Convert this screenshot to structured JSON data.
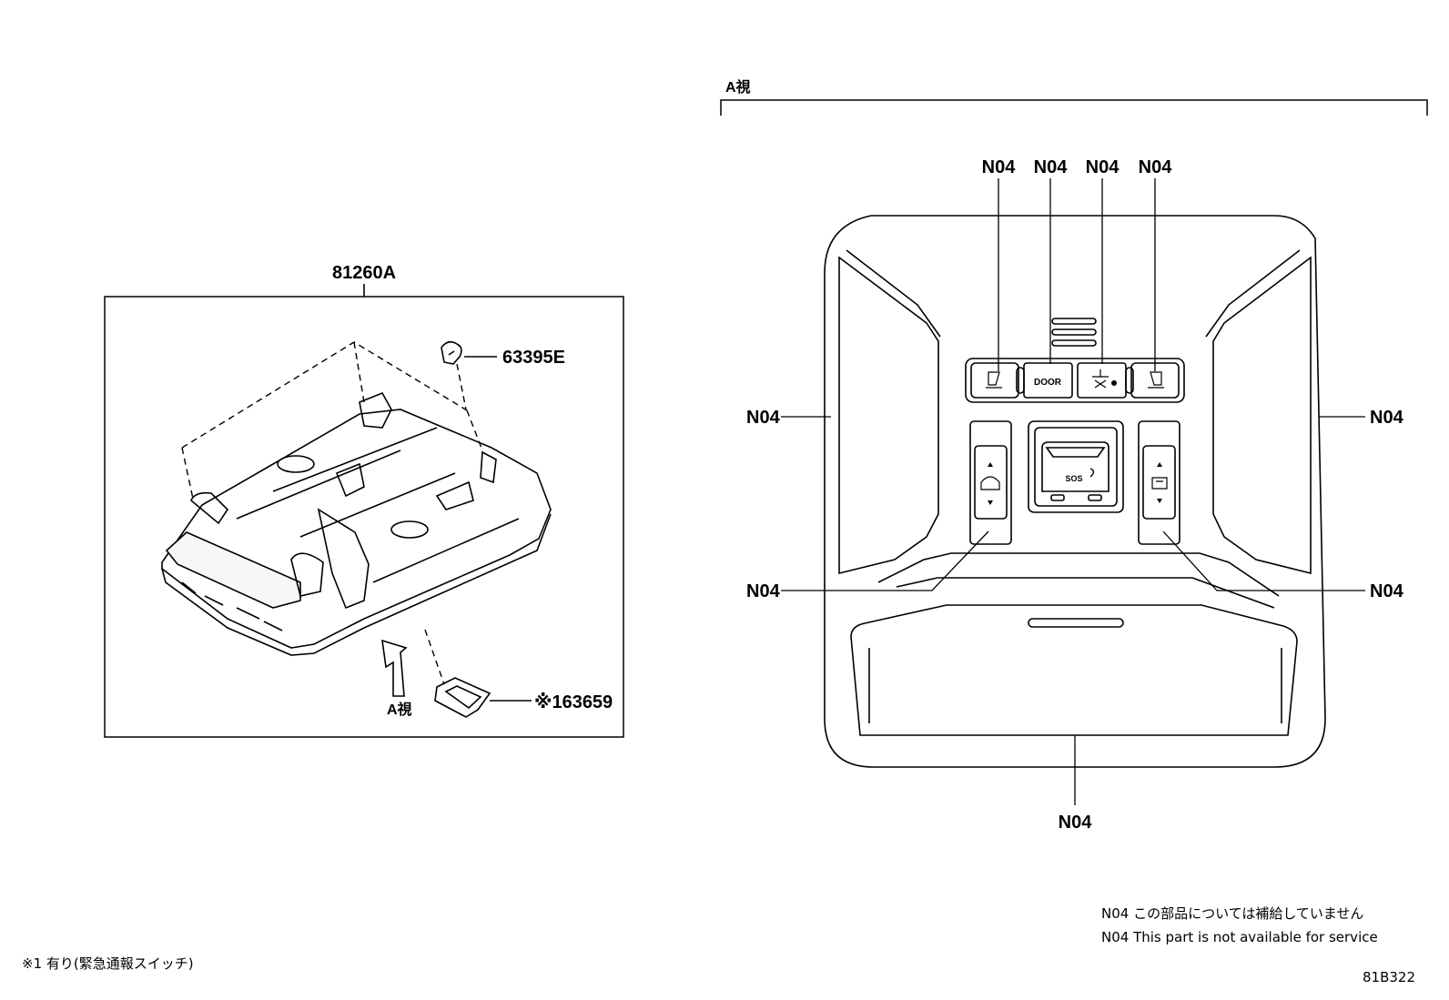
{
  "left_figure": {
    "assembly_part": "81260A",
    "parts": [
      "63395E",
      "※163659"
    ],
    "view_label": "A視"
  },
  "right_figure": {
    "view_label": "A視",
    "callout": "N04",
    "switch_labels": {
      "door": "DOOR",
      "sos": "SOS"
    }
  },
  "notes": {
    "ja": "N04 この部品については補給していません",
    "en": "N04 This part is not available for service"
  },
  "footnote": "※1 有り(緊急通報スイッチ)",
  "illustration_code": "81B322"
}
